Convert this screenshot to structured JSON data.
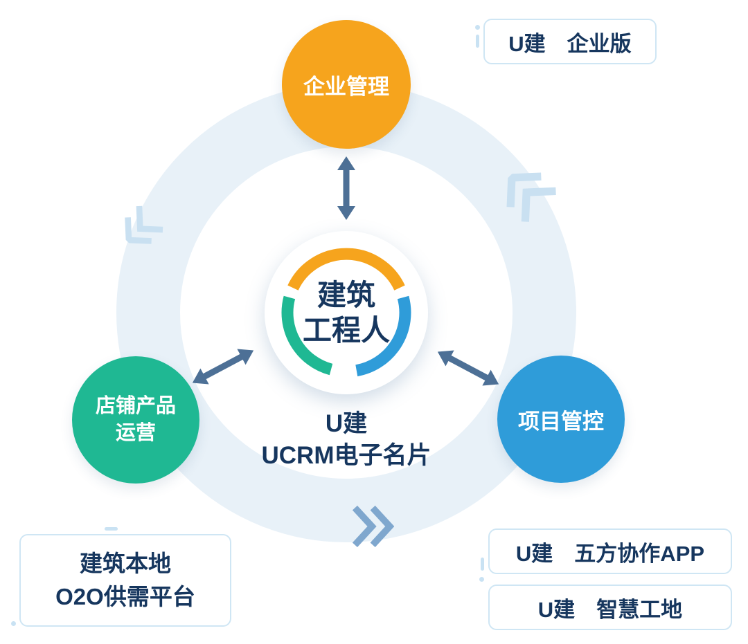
{
  "colors": {
    "orange": "#F6A41D",
    "teal": "#1FB893",
    "blue": "#2F9CD9",
    "navy_text": "#16365E",
    "orbit_ring": "#E8F1F8",
    "arrow": "#4D7096",
    "chevron_light": "#C9E0F1",
    "chevron_dark": "#7FA7CE",
    "callout_border": "#CFE6F4"
  },
  "hub": {
    "title_line1": "建筑",
    "title_line2": "工程人",
    "subtitle_line1": "U建",
    "subtitle_line2": "UCRM电子名片"
  },
  "nodes": {
    "top": {
      "label": "企业管理"
    },
    "left": {
      "label_line1": "店铺产品",
      "label_line2": "运营"
    },
    "right": {
      "label": "项目管控"
    }
  },
  "callouts": {
    "top_right": {
      "label": "U建　企业版"
    },
    "bottom_left": {
      "line1": "建筑本地",
      "line2": "O2O供需平台"
    },
    "bottom_right_1": {
      "label": "U建　五方协作APP"
    },
    "bottom_right_2": {
      "label": "U建　智慧工地"
    }
  },
  "icons": {
    "chevron_top_right": "double-chevron-up-left",
    "chevron_left": "double-chevron-down-left",
    "chevron_bottom": "double-chevron-right",
    "connectors": "double-headed-arrow"
  }
}
